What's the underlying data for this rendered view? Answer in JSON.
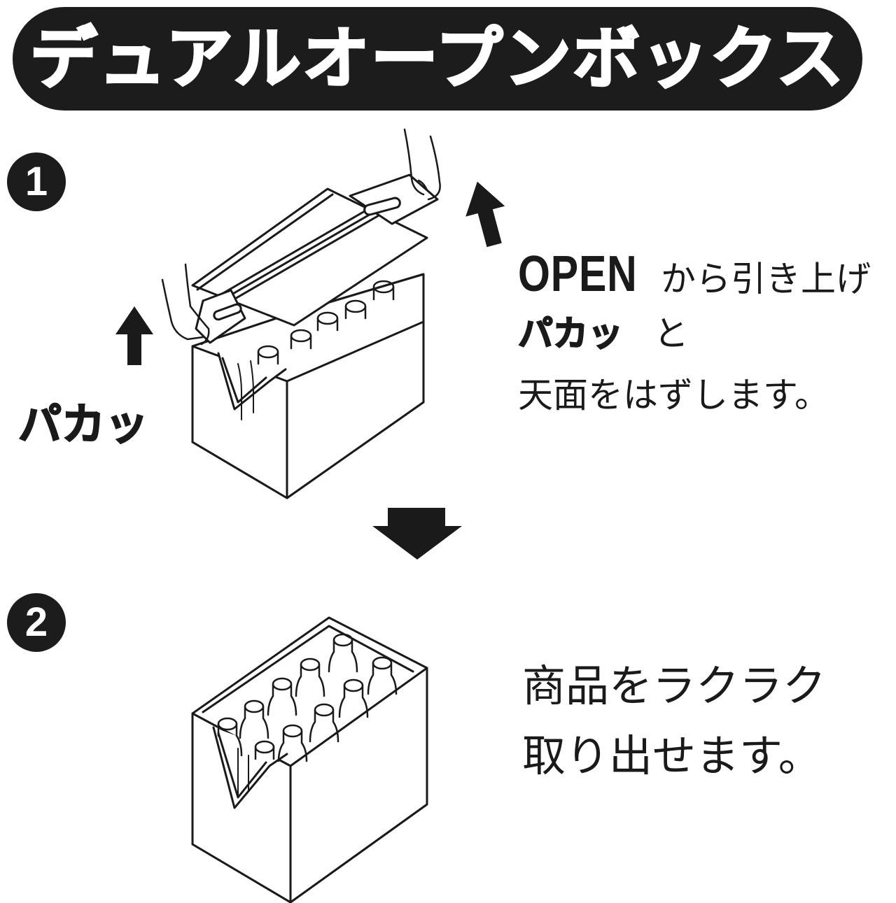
{
  "title": "デュアルオープンボックス",
  "steps": [
    {
      "number": "1",
      "caption": {
        "open_word": "OPEN",
        "line1_rest": "から引き上げ",
        "line2_bold": "パカッ",
        "line2_rest": "と",
        "line3": "天面をはずします。"
      },
      "side_label": "パカッ"
    },
    {
      "number": "2",
      "caption": {
        "line1": "商品をラクラク",
        "line2": "取り出せます。"
      }
    }
  ],
  "icons": [
    "up-arrow-icon",
    "down-arrow-icon",
    "open-box-with-lid-illustration",
    "open-box-with-bottles-illustration",
    "hand-icon"
  ],
  "colors": {
    "banner": "#1c1c1c",
    "text": "#1a1a1a",
    "background": "#ffffff"
  }
}
